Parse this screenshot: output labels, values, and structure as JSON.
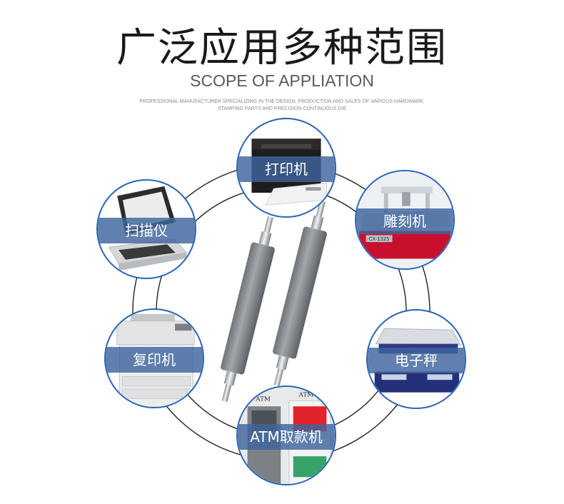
{
  "header": {
    "title": "广泛应用多种范围",
    "subtitle": "SCOPE OF APPLIATION",
    "description_line1": "PROFESSIONAL MANUFACTURER SPECIALIZING IN THE DESIGN, PRODUCTION AND SALES OF VARIOUS HARDWARE,",
    "description_line2": "STAMPING PARTS AND PRECISION CONTINUOUS DIE"
  },
  "applications": [
    {
      "label": "打印机",
      "icon": "printer-icon"
    },
    {
      "label": "雕刻机",
      "icon": "engraving-machine-icon"
    },
    {
      "label": "电子秤",
      "icon": "electronic-scale-icon"
    },
    {
      "label": "ATM取款机",
      "icon": "atm-icon"
    },
    {
      "label": "复印机",
      "icon": "copier-icon"
    },
    {
      "label": "扫描仪",
      "icon": "scanner-icon"
    }
  ],
  "scene_text": {
    "atm_sign": "ATM",
    "engraver_plate": "CX-1325"
  },
  "colors": {
    "accent_blue": "#2a64b8",
    "label_band": "#3e649e",
    "roller_gray": "#8e9296",
    "ring": "#222222"
  }
}
